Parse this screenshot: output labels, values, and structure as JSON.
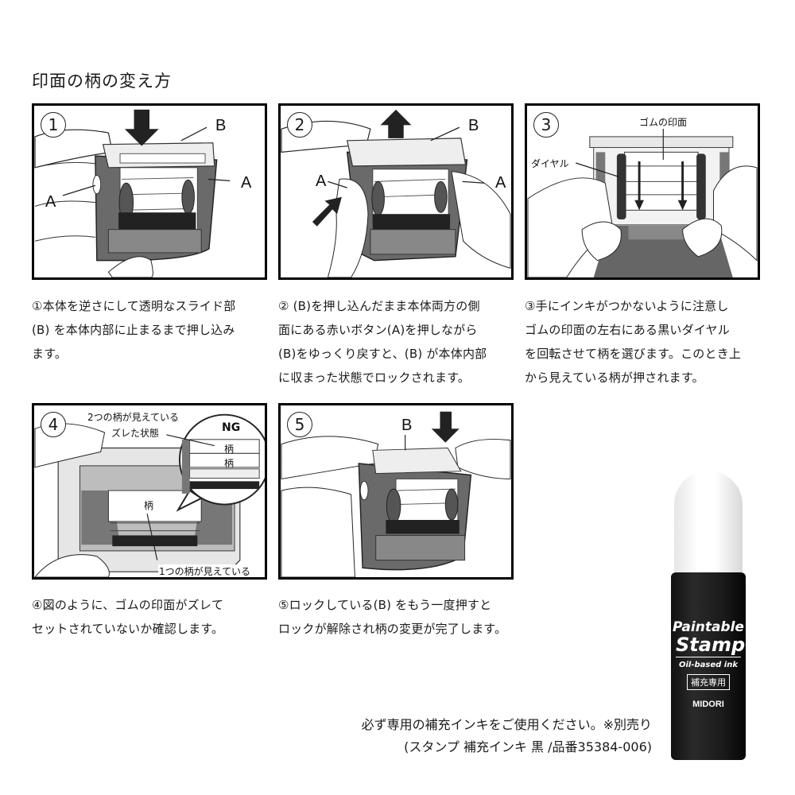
{
  "page": {
    "title": "印面の柄の変え方"
  },
  "steps": [
    {
      "number": "1",
      "labels": {
        "b": "B",
        "a_left": "A",
        "a_right": "A"
      },
      "description_lines": [
        "①本体を逆さにして透明なスライド部",
        "(B) を本体内部に止まるまで押し込み",
        "ます。"
      ]
    },
    {
      "number": "2",
      "labels": {
        "b": "B",
        "a_left": "A",
        "a_right": "A"
      },
      "description_lines": [
        "② (B)を押し込んだまま本体両方の側",
        "面にある赤いボタン(A)を押しながら",
        "(B)をゆっくり戻すと、(B) が本体内部",
        "に収まった状態でロックされます。"
      ]
    },
    {
      "number": "3",
      "labels": {
        "rubber_face": "ゴムの印面",
        "dial": "ダイヤル"
      },
      "description_lines": [
        "③手にインキがつかないように注意し",
        "ゴムの印面の左右にある黒いダイヤル",
        "を回転させて柄を選びます。このとき上",
        "から見えている柄が押されます。"
      ]
    },
    {
      "number": "4",
      "labels": {
        "two_patterns": "2つの柄が見えている",
        "misaligned": "ズレた状態",
        "ng": "NG",
        "pattern": "柄",
        "one_pattern": "1つの柄が見えている"
      },
      "description_lines": [
        "④図のように、ゴムの印面がズレて",
        "セットされていないか確認します。"
      ]
    },
    {
      "number": "5",
      "labels": {
        "b": "B"
      },
      "description_lines": [
        "⑤ロックしている(B) をもう一度押すと",
        "ロックが解除され柄の変更が完了します。"
      ]
    }
  ],
  "note": {
    "line1": "必ず専用の補充インキをご使用ください。※別売り",
    "line2": "(スタンプ 補充インキ 黒 /品番35384-006)"
  },
  "product": {
    "line1": "Paintable",
    "line2": "Stamp",
    "line3": "Oil-based ink",
    "badge": "補充専用",
    "brand": "MIDORI"
  },
  "colors": {
    "border": "#000000",
    "stamp_body": "#5a5a5a",
    "stamp_dark": "#2b2b2b",
    "bottle": "#111111"
  }
}
